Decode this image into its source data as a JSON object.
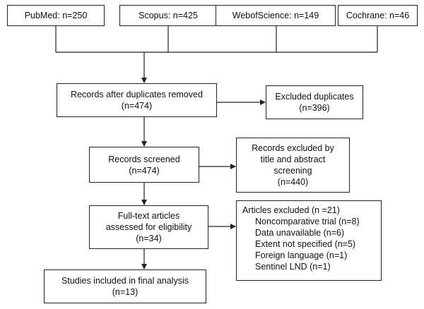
{
  "sources": [
    {
      "label": "PubMed: n=250"
    },
    {
      "label": "Scopus: n=425"
    },
    {
      "label": "WebofScience: n=149"
    },
    {
      "label": "Cochrane: n=46"
    }
  ],
  "dedup": {
    "line1": "Records after duplicates removed",
    "line2": "(n=474)"
  },
  "excluded_duplicates": {
    "line1": "Excluded duplicates",
    "line2": "(n=396)"
  },
  "screened": {
    "line1": "Records screened",
    "line2": "(n=474)"
  },
  "excluded_screening": {
    "line1": "Records excluded by",
    "line2": "title and abstract",
    "line3": "screening",
    "line4": "(n=440)"
  },
  "fulltext": {
    "line1": "Full-text articles",
    "line2": "assessed for eligibility",
    "line3": "(n=34)"
  },
  "excluded_articles": {
    "title": "Articles excluded (n =21)",
    "items": [
      "Noncomparative trial (n=8)",
      "Data unavailable (n=6)",
      "Extent not specified (n=5)",
      "Foreign language (n=1)",
      "Sentinel LND (n=1)"
    ]
  },
  "included": {
    "line1": "Studies included in final analysis",
    "line2": "(n=13)"
  }
}
